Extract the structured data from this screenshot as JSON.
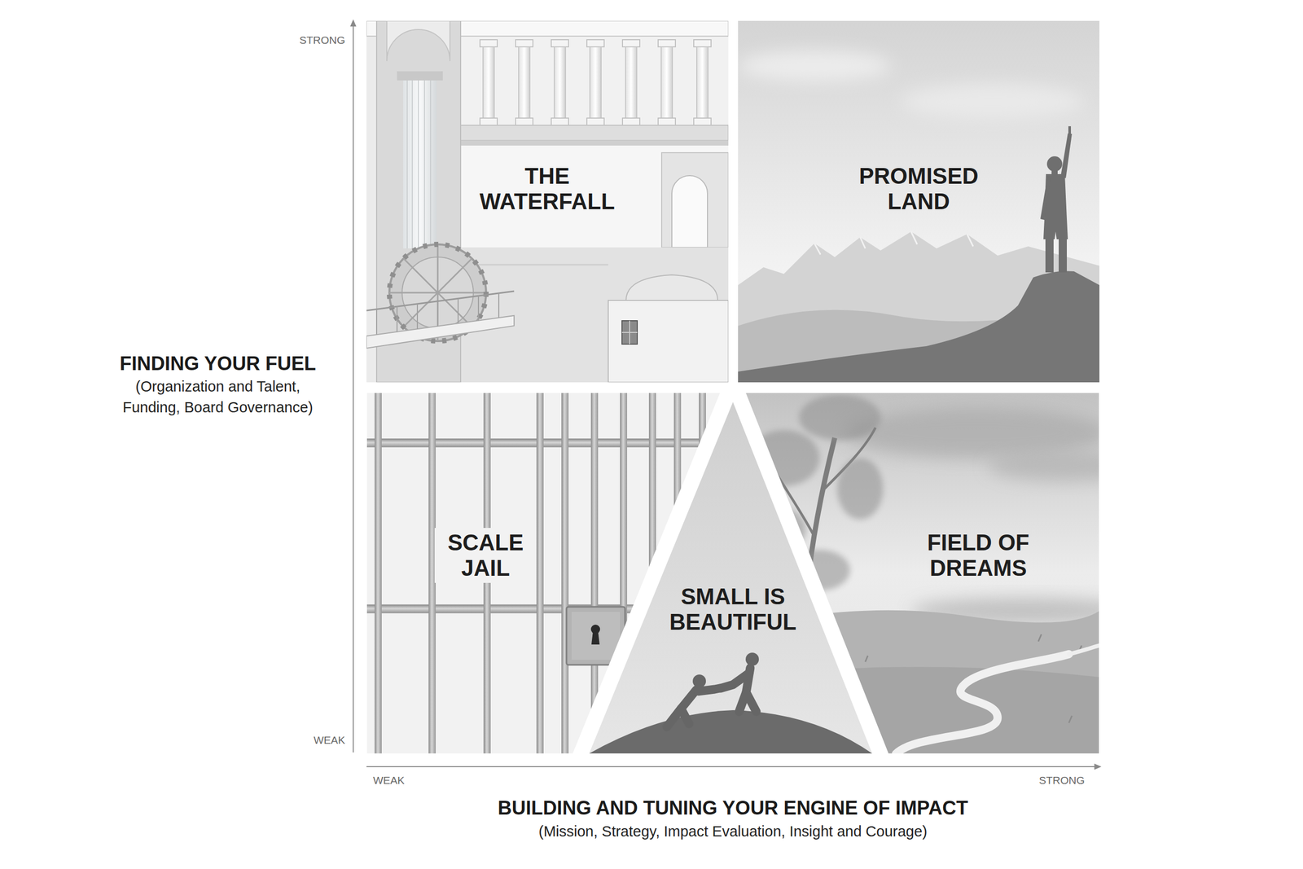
{
  "diagram": {
    "nodes": [
      {
        "text": [
          "THE WATERFALL"
        ]
      },
      {
        "text": [
          "PROMISED LAND"
        ]
      },
      {
        "text": [
          "SCALE JAIL"
        ]
      },
      {
        "text": [
          "SMALL IS BEAUTIFUL"
        ]
      },
      {
        "text": [
          "FIELD OF DREAMS"
        ]
      }
    ],
    "labels": [
      "STRONG",
      "WEAK",
      "WEAK",
      "STRONG",
      "FINDING YOUR FUEL",
      "(Organization and Talent, Funding, Board Governance)",
      "BUILDING AND TUNING YOUR ENGINE OF IMPACT",
      "(Mission, Strategy, Impact Evaluation, Insight and Courage)"
    ]
  }
}
